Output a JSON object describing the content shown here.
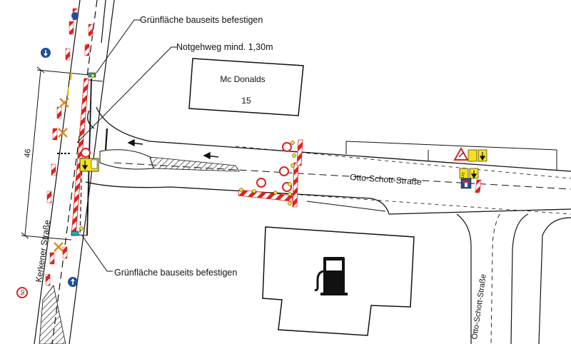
{
  "labels": {
    "gruen_top": "Grünfläche bauseits befestigen",
    "notgehweg": "Notgehweg mind. 1,30m",
    "gruen_bottom": "Grünfläche bauseits befestigen",
    "building_name": "Mc Donalds",
    "building_number": "15",
    "street_otto_main": "Otto-Schott-Straße",
    "street_otto_side": "Otto-Schott-Straße",
    "street_kerkener": "Kerkener Straße",
    "dimension": "46"
  },
  "signs": {
    "speed_limit": "50",
    "road_sign_code": "123"
  },
  "colors": {
    "line": "#111111",
    "barrier_red": "#d9231f",
    "sign_yellow": "#f4e21a",
    "sign_blue": "#1d4f9c",
    "teal_marker": "#2aa8a8",
    "hatch": "#333333"
  },
  "icons": [
    "fuel-pump-icon",
    "arrow-down-icon",
    "arrow-up-icon",
    "no-entry-sign",
    "warning-triangle-sign"
  ]
}
